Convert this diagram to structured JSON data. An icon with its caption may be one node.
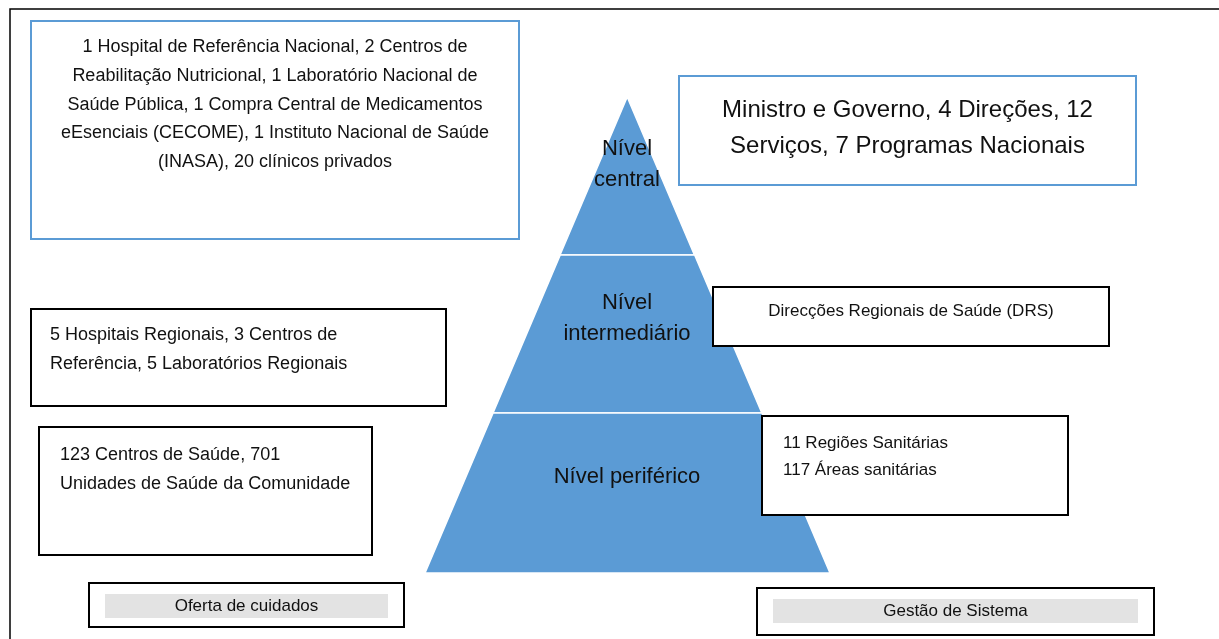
{
  "diagram": {
    "nodes": [
      {
        "text": [
          "1 Hospital de Referência Nacional, 2 Centros de Reabilitação Nutricional, 1 Laboratório Nacional de Saúde Pública, 1 Compra Central de Medicamentos eEsenciais (CECOME), 1 Instituto Nacional de Saúde (INASA), 20 clínicos privados"
        ]
      },
      {
        "text": [
          "Nível central"
        ]
      },
      {
        "text": [
          "Ministro e Governo, 4 Direções, 12 Serviços, 7 Programas Nacionais"
        ]
      },
      {
        "text": [
          "5 Hospitais Regionais, 3 Centros de Referência, 5 Laboratórios Regionais"
        ]
      },
      {
        "text": [
          "Nível intermediário"
        ]
      },
      {
        "text": [
          "Direcções Regionais de Saúde (DRS)"
        ]
      },
      {
        "text": [
          "123 Centros de Saúde, 701 Unidades de Saúde da Comunidade"
        ]
      },
      {
        "text": [
          "Nível periférico"
        ]
      },
      {
        "text": [
          "11 Regiões Sanitárias",
          "117 Áreas sanitárias"
        ]
      },
      {
        "text": [
          "Oferta de cuidados"
        ]
      },
      {
        "text": [
          "Gestão de Sistema"
        ]
      }
    ]
  }
}
